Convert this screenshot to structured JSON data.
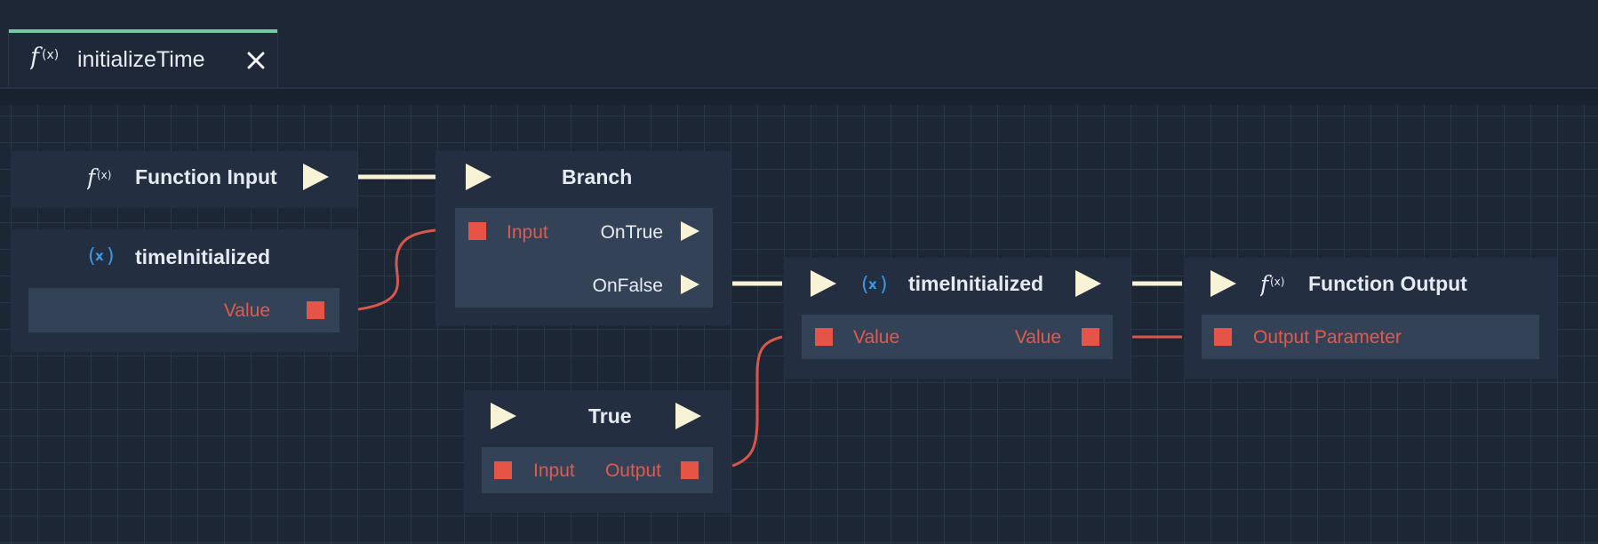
{
  "tab": {
    "title": "initializeTime",
    "icon": "function-icon",
    "close_icon": "close-icon",
    "accent_color": "#74c9a1"
  },
  "nodes": {
    "function_input": {
      "title": "Function Input",
      "icon": "function-icon"
    },
    "variable_get": {
      "title": "timeInitialized",
      "icon": "variable-icon",
      "output_label": "Value"
    },
    "branch": {
      "title": "Branch",
      "input_label": "Input",
      "on_true_label": "OnTrue",
      "on_false_label": "OnFalse"
    },
    "true_constant": {
      "title": "True",
      "input_label": "Input",
      "output_label": "Output"
    },
    "variable_set": {
      "title": "timeInitialized",
      "icon": "variable-icon",
      "input_label": "Value",
      "output_label": "Value"
    },
    "function_output": {
      "title": "Function Output",
      "icon": "function-icon",
      "input_label": "Output Parameter"
    }
  },
  "colors": {
    "background": "#1c2635",
    "node": "#232f41",
    "row": "#344257",
    "exec_port": "#f8f3d6",
    "data_port": "#e65448",
    "data_text": "#e05a4d",
    "variable_icon": "#3b9ae8"
  }
}
